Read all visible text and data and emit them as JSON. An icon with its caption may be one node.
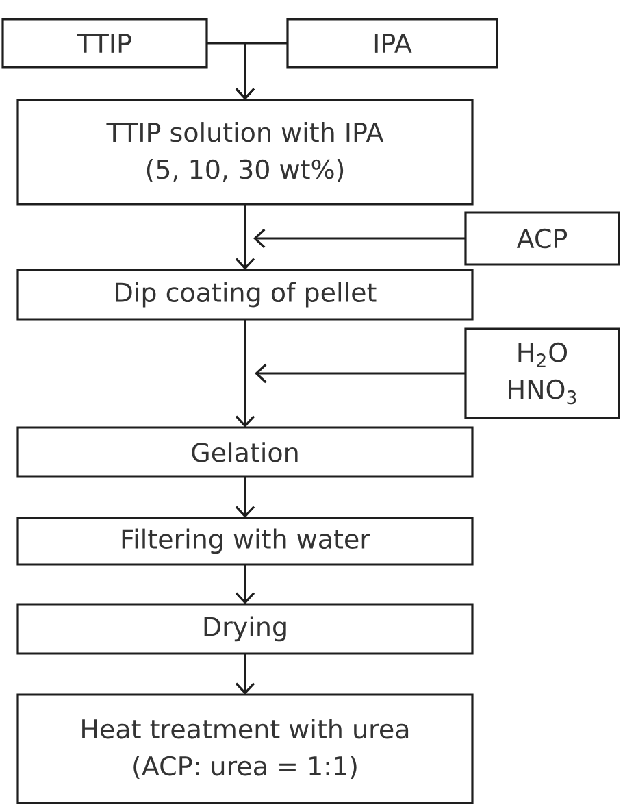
{
  "diagram": {
    "nodes": [
      {
        "text": [
          "TTIP"
        ]
      },
      {
        "text": [
          "IPA"
        ]
      },
      {
        "text": [
          "TTIP solution with IPA",
          "(5, 10, 30 wt%)"
        ]
      },
      {
        "text": [
          "ACP"
        ]
      },
      {
        "text": [
          "Dip coating of pellet"
        ]
      },
      {
        "text": [
          "H$_{2}$O",
          "HNO$_{3}$"
        ]
      },
      {
        "text": [
          "Gelation"
        ]
      },
      {
        "text": [
          "Filtering with water"
        ]
      },
      {
        "text": [
          "Drying"
        ]
      },
      {
        "text": [
          "Heat treatment with urea",
          "(ACP: urea = 1:1)"
        ]
      }
    ],
    "edges": [
      {
        "from": 0,
        "to": 2,
        "arrow": "to"
      },
      {
        "from": 1,
        "to": 2,
        "arrow": "to"
      },
      {
        "from": 2,
        "to": 4,
        "arrow": "to"
      },
      {
        "from": 3,
        "to": null,
        "arrow": "to"
      },
      {
        "from": 4,
        "to": 6,
        "arrow": "to"
      },
      {
        "from": 5,
        "to": null,
        "arrow": "to"
      },
      {
        "from": 6,
        "to": 7,
        "arrow": "to"
      },
      {
        "from": 7,
        "to": 8,
        "arrow": "to"
      },
      {
        "from": 8,
        "to": 9,
        "arrow": "to"
      }
    ]
  }
}
